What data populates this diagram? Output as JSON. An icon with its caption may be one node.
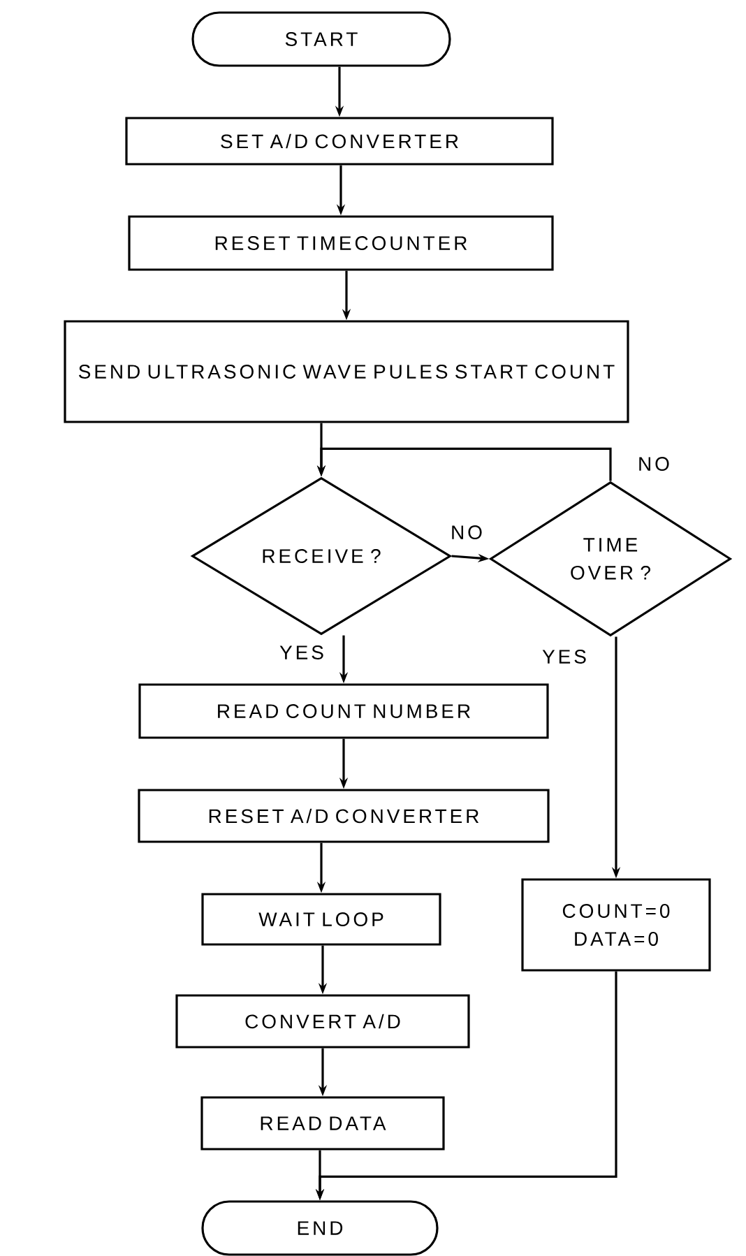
{
  "diagram": {
    "nodes": [
      {
        "text": [
          "START"
        ]
      },
      {
        "text": [
          "SET A/D CONVERTER"
        ]
      },
      {
        "text": [
          "RESET TIMECOUNTER"
        ]
      },
      {
        "text": [
          "SEND ULTRASONIC WAVE PULES START COUNT"
        ]
      },
      {
        "text": [
          "RECEIVE ?"
        ]
      },
      {
        "text": [
          "TIME OVER ?"
        ]
      },
      {
        "text": [
          "READ COUNT NUMBER"
        ]
      },
      {
        "text": [
          "RESET A/D CONVERTER"
        ]
      },
      {
        "text": [
          "WAIT LOOP"
        ]
      },
      {
        "text": [
          "CONVERT A/D"
        ]
      },
      {
        "text": [
          "READ DATA"
        ]
      },
      {
        "text": [
          "COUNT=0 DATA=0"
        ]
      },
      {
        "text": [
          "END"
        ]
      }
    ],
    "edges": [
      {
        "from": 0,
        "to": 1,
        "arrow": "to"
      },
      {
        "from": 1,
        "to": 2,
        "arrow": "to"
      },
      {
        "from": 2,
        "to": 3,
        "arrow": "to"
      },
      {
        "from": 3,
        "to": 4,
        "arrow": "to"
      },
      {
        "from": 4,
        "to": 5,
        "arrow": "to",
        "label": "NO"
      },
      {
        "from": 5,
        "to": 4,
        "arrow": "to",
        "label": "NO"
      },
      {
        "from": 4,
        "to": 6,
        "arrow": "to",
        "label": "YES"
      },
      {
        "from": 6,
        "to": 7,
        "arrow": "to"
      },
      {
        "from": 7,
        "to": 8,
        "arrow": "to"
      },
      {
        "from": 8,
        "to": 9,
        "arrow": "to"
      },
      {
        "from": 9,
        "to": 10,
        "arrow": "to"
      },
      {
        "from": 5,
        "to": 11,
        "arrow": "to",
        "label": "YES"
      },
      {
        "from": 10,
        "to": 12,
        "arrow": "to"
      },
      {
        "from": 11,
        "to": 12,
        "arrow": "to"
      }
    ]
  }
}
